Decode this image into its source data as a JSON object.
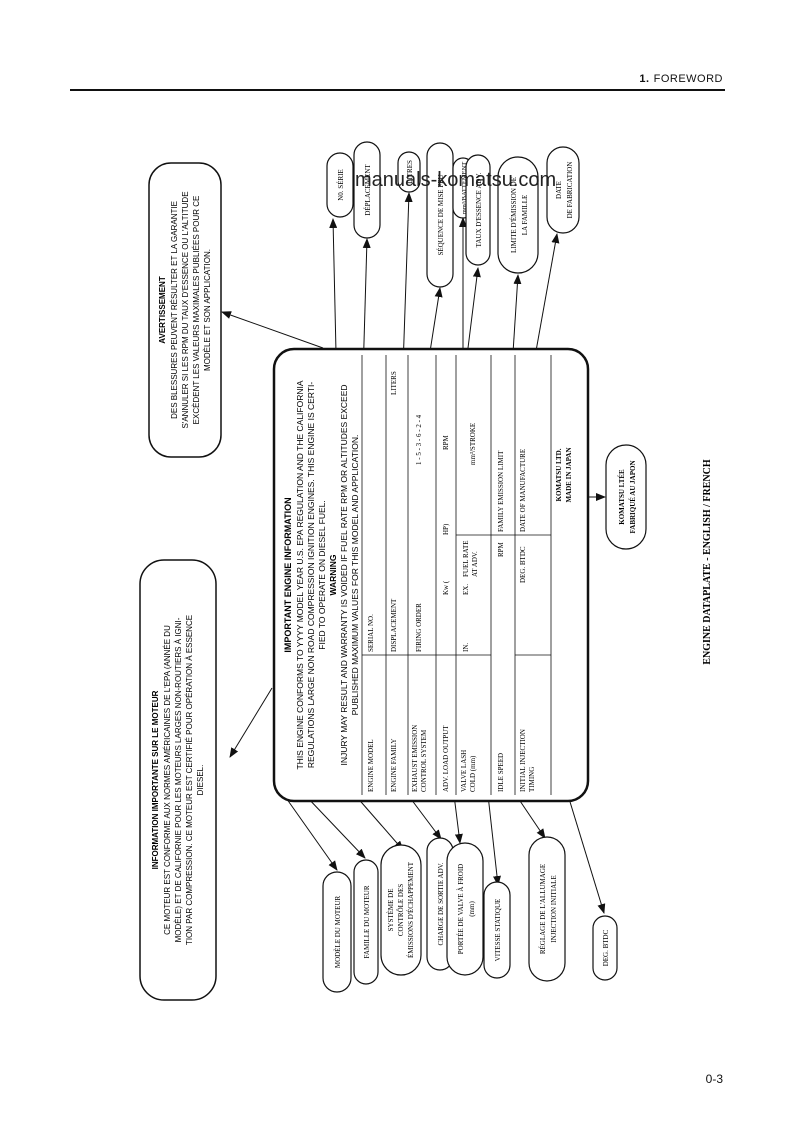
{
  "header": {
    "section_number": "1.",
    "section_title": "FOREWORD"
  },
  "watermark": "manuals-komatsu.com",
  "page_number": "0-3",
  "caption": "ENGINE DATAPLATE - ENGLISH / FRENCH",
  "plate": {
    "title": "IMPORTANT ENGINE INFORMATION",
    "statement": [
      "THIS ENGINE CONFORMS TO YYYY MODEL YEAR U.S. EPA REGULATION AND THE CALIFORNIA",
      "REGULATIONS LARGE NON ROAD COMPRESSION IGNITION ENGINES. THIS ENGINE IS CERTI-",
      "FIED TO OPERATE ON DIESEL FUEL."
    ],
    "warning_title": "WARNING",
    "warning_text": [
      "INJURY MAY RESULT AND WARRANTY IS VOIDED IF FUEL RATE RPM OR ALTITUDES EXCEED",
      "PUBLISHED MAXIMUM VALUES FOR THIS MODEL AND APPLICATION."
    ],
    "fields": {
      "engine_model": "ENGINE MODEL",
      "serial_no": "SERIAL NO.",
      "engine_family": "ENGINE FAMILY",
      "displacement": "DISPLACEMENT",
      "liters": "LITERS",
      "exhaust_emission": "EXHAUST EMISSION",
      "control_system": "CONTROL SYSTEM",
      "firing_order": "FIRING ORDER",
      "firing_order_value": "1 - 5 - 3 - 6 - 2 - 4",
      "adv_load_output": "ADV. LOAD OUTPUT",
      "kw": "Kw  (",
      "hp": "HP)",
      "rpm": "RPM",
      "valve_lash": "VALVE LASH",
      "cold_mm": "COLD (mm)",
      "in": "IN.",
      "ex": "EX.",
      "fuel_rate": "FUEL RATE",
      "at_adv": "AT ADV.",
      "mm3_stroke": "mm³/STROKE",
      "idle_speed": "IDLE SPEED",
      "rpm2": "RPM",
      "family_emission_limit": "FAMILY EMISSION LIMIT",
      "initial_injection": "INITIAL INJECTION",
      "timing": "TIMING",
      "deg_btdc": "DEG. BTDC",
      "date_of_manufacture": "DATE OF MANUFACTURE",
      "komatsu_ltd": "KOMATSU LTD.",
      "made_in_japan": "MADE IN JAPAN"
    }
  },
  "callouts": {
    "info_box": [
      "INFORMATION IMPORTANTE SUR LE MOTEUR",
      "CE MOTEUR EST CONFORME AUX NORMES AMÉRICAINES DE L'EPA (ANNÉE DU",
      "MODÈLE) ET DE CALIFORNIE POUR LES MOTEURS LARGES NON-ROUTIERS À IGNI-",
      "TION PAR COMPRESSION.  CE MOTEUR EST CERTIFIÉ POUR OPÉRATION À ESSENCE",
      "DIESEL."
    ],
    "warning_box": [
      "AVERTISSEMENT",
      "DES BLESSURES PEUVENT RÉSULTER ET LA GARANTIE",
      "S'ANNULER SI LES RPM DU TAUX D'ESSENCE OU L'ALTITUDE",
      "EXCÈDENT LES VALEURS MAXIMALES PUBLIÉES POUR CE",
      "MODÈLE ET SON APPLICATION."
    ],
    "top": [
      [
        "N0. SÉRIE"
      ],
      [
        "DÉPLACEMENT"
      ],
      [
        "LITRES"
      ],
      [
        "SÉQUENCE DE MISE FEU"
      ],
      [
        "mm³/BATTEMENT"
      ],
      [
        "TAUX D'ESSENCE ADV."
      ],
      [
        "LIMITE D'ÉMISSION DE",
        "LA FAMILLE"
      ],
      [
        "DATE",
        "DE FABRICATION"
      ]
    ],
    "bottom": [
      [
        "MODÈLE DU MOTEUR"
      ],
      [
        "FAMILLE DU MOTEUR"
      ],
      [
        "SYSTÈME DE",
        "CONTRÔLE DES",
        "ÉMISSIONS D'ÉCHAPPEMENT"
      ],
      [
        "CHARGE DE SORTIE ADV."
      ],
      [
        "PORTÉE DE VALVE À FROID",
        "(mm)"
      ],
      [
        "VITESSE STATIQUE"
      ],
      [
        "RÉGLAGE DE L'ALLUMAGE",
        "INJECTION INITIALE"
      ],
      [
        "DEG. BTDC"
      ]
    ],
    "komatsu": [
      "KOMATSU LTÉE",
      "FABRIQUÉ AU JAPON"
    ]
  }
}
